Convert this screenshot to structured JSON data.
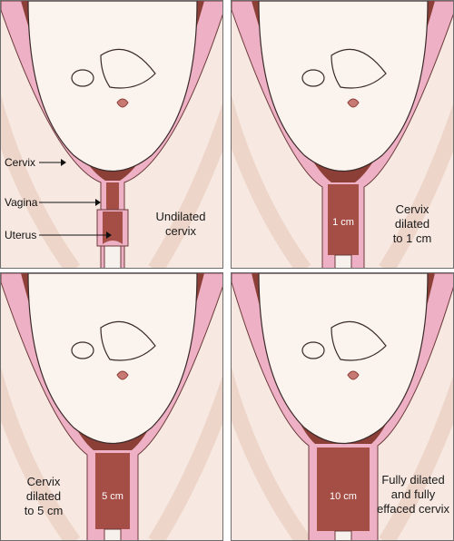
{
  "panels": [
    {
      "caption": "Undilated\ncervix",
      "dilation_label": ""
    },
    {
      "caption": "Cervix\ndilated\nto 1 cm",
      "dilation_label": "1 cm"
    },
    {
      "caption": "Cervix\ndilated\nto 5 cm",
      "dilation_label": "5 cm"
    },
    {
      "caption": "Fully dilated\nand fully\neffaced cervix",
      "dilation_label": "10 cm"
    }
  ],
  "labels": {
    "cervix": "Cervix",
    "vagina": "Vagina",
    "uterus": "Uterus"
  },
  "colors": {
    "background": "#f7e9e1",
    "uterine_wall_outer": "#eeb0c4",
    "uterine_wall_inner": "#8c3f36",
    "canal": "#a54e46",
    "head": "#fbf3ed",
    "outline": "#3a2a2a"
  }
}
